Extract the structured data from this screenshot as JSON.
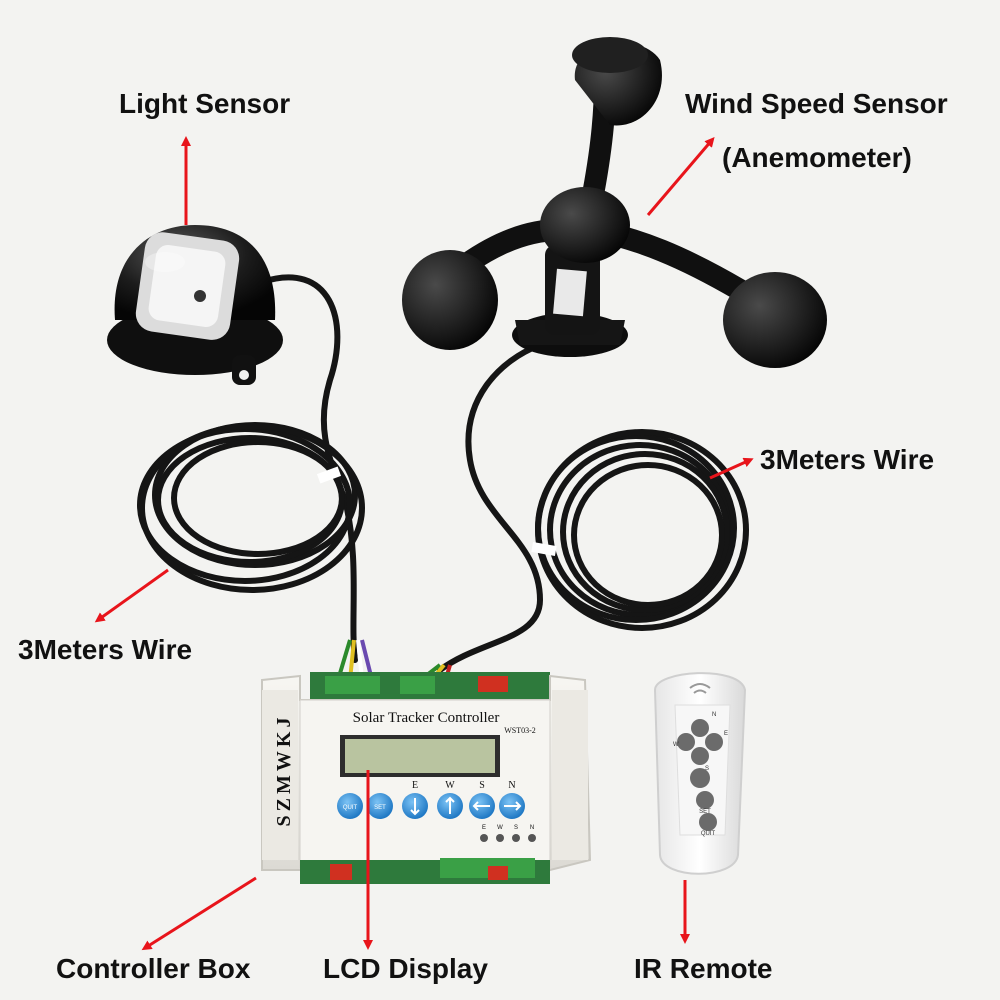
{
  "labels": {
    "light_sensor": "Light Sensor",
    "wind_sensor_line1": "Wind Speed Sensor",
    "wind_sensor_line2": "(Anemometer)",
    "wire_right": "3Meters Wire",
    "wire_left": "3Meters Wire",
    "controller_box": "Controller Box",
    "lcd_display": "LCD Display",
    "ir_remote": "IR Remote"
  },
  "controller": {
    "title": "Solar Tracker Controller",
    "model": "WST03-2",
    "brand": "SZMWKJ",
    "buttons": [
      "QUIT",
      "SET"
    ],
    "direction_labels": [
      "E",
      "W",
      "S",
      "N"
    ]
  },
  "remote": {
    "direction_labels": [
      "N",
      "W",
      "E",
      "S"
    ],
    "buttons": [
      "SET",
      "QUIT"
    ]
  },
  "colors": {
    "arrow": "#e8141b",
    "cable": "#151515",
    "controller_body": "#f1f0ec",
    "lcd": "#b9c4a0",
    "button_blue": "#2e8fd8"
  }
}
